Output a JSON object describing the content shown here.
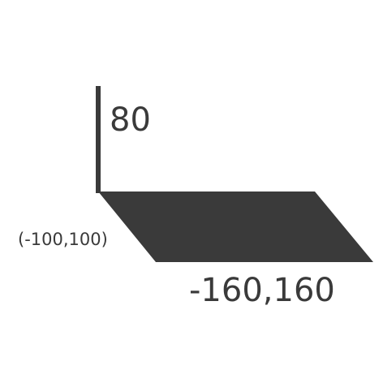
{
  "diagram": {
    "colors": {
      "shape": "#3a3a3a",
      "text": "#3a3a3a",
      "background": "#ffffff"
    },
    "labels": {
      "height": "80",
      "origin": "(-100,100)",
      "width": "-160,160"
    }
  }
}
